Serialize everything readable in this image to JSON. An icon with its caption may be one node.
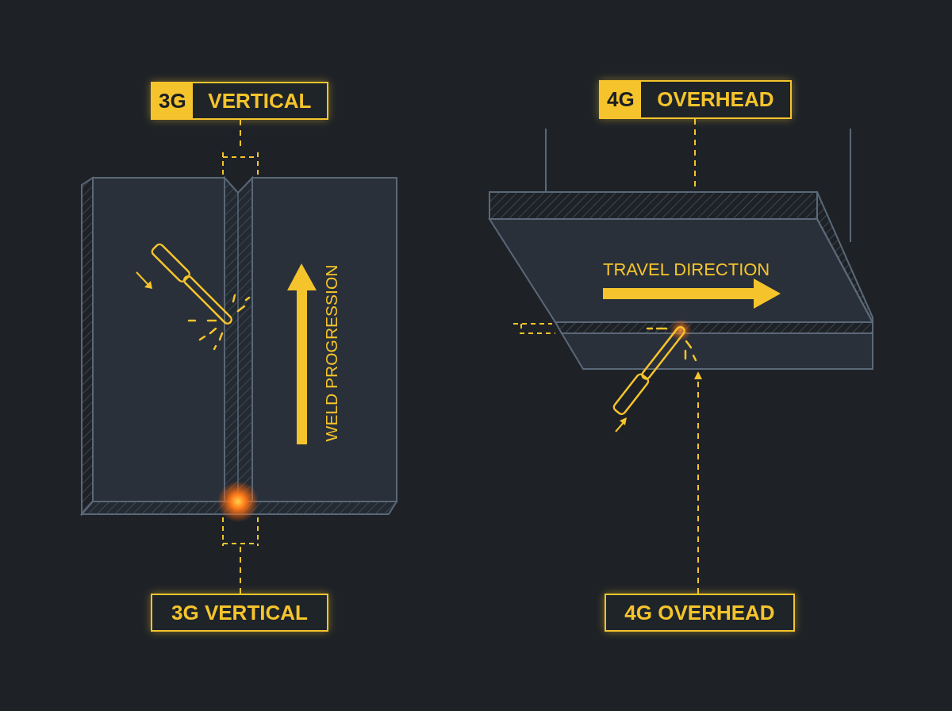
{
  "diagram": {
    "nodes": [
      {
        "text": [
          "3G",
          "VERTICAL"
        ]
      },
      {
        "text": [
          "4G",
          "OVERHEAD"
        ]
      },
      {
        "text": [
          "3G VERTICAL"
        ]
      },
      {
        "text": [
          "4G OVERHEAD"
        ]
      },
      {
        "text": [],
        "shape": "picture"
      },
      {
        "text": [],
        "shape": "picture"
      }
    ],
    "edges": [
      {
        "from": 0,
        "to": 4,
        "arrow": "none",
        "style": "dashed"
      },
      {
        "from": 1,
        "to": 5,
        "arrow": "none",
        "style": "dashed"
      },
      {
        "from": 2,
        "to": 4,
        "arrow": "none",
        "style": "dashed"
      },
      {
        "from": 3,
        "to": 5,
        "arrow": "to",
        "style": "dashed"
      }
    ],
    "labels": [
      "WELD PROGRESSION",
      "TRAVEL DIRECTION"
    ]
  }
}
